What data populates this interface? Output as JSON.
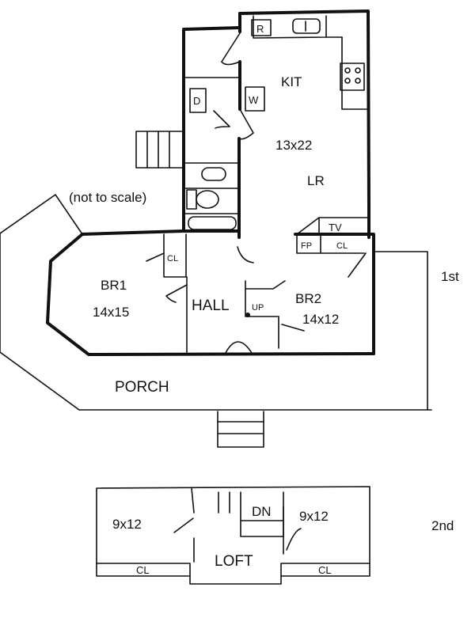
{
  "note": "(not to scale)",
  "floors": {
    "first": {
      "label": "1st",
      "rooms": {
        "kitchen": "KIT",
        "kitchen_size": "13x22",
        "living": "LR",
        "br1": "BR1",
        "br1_size": "14x15",
        "hall": "HALL",
        "br2": "BR2",
        "br2_size": "14x12",
        "porch": "PORCH"
      },
      "fixtures": {
        "refrigerator": "R",
        "dryer": "D",
        "washer": "W",
        "tv": "TV",
        "fireplace": "FP",
        "closet_br1": "CL",
        "closet_br2": "CL",
        "stairs_up": "UP"
      }
    },
    "second": {
      "label": "2nd",
      "rooms": {
        "left": "9x12",
        "right": "9x12",
        "loft": "LOFT",
        "stairs_down": "DN",
        "closet_left": "CL",
        "closet_right": "CL"
      }
    }
  }
}
